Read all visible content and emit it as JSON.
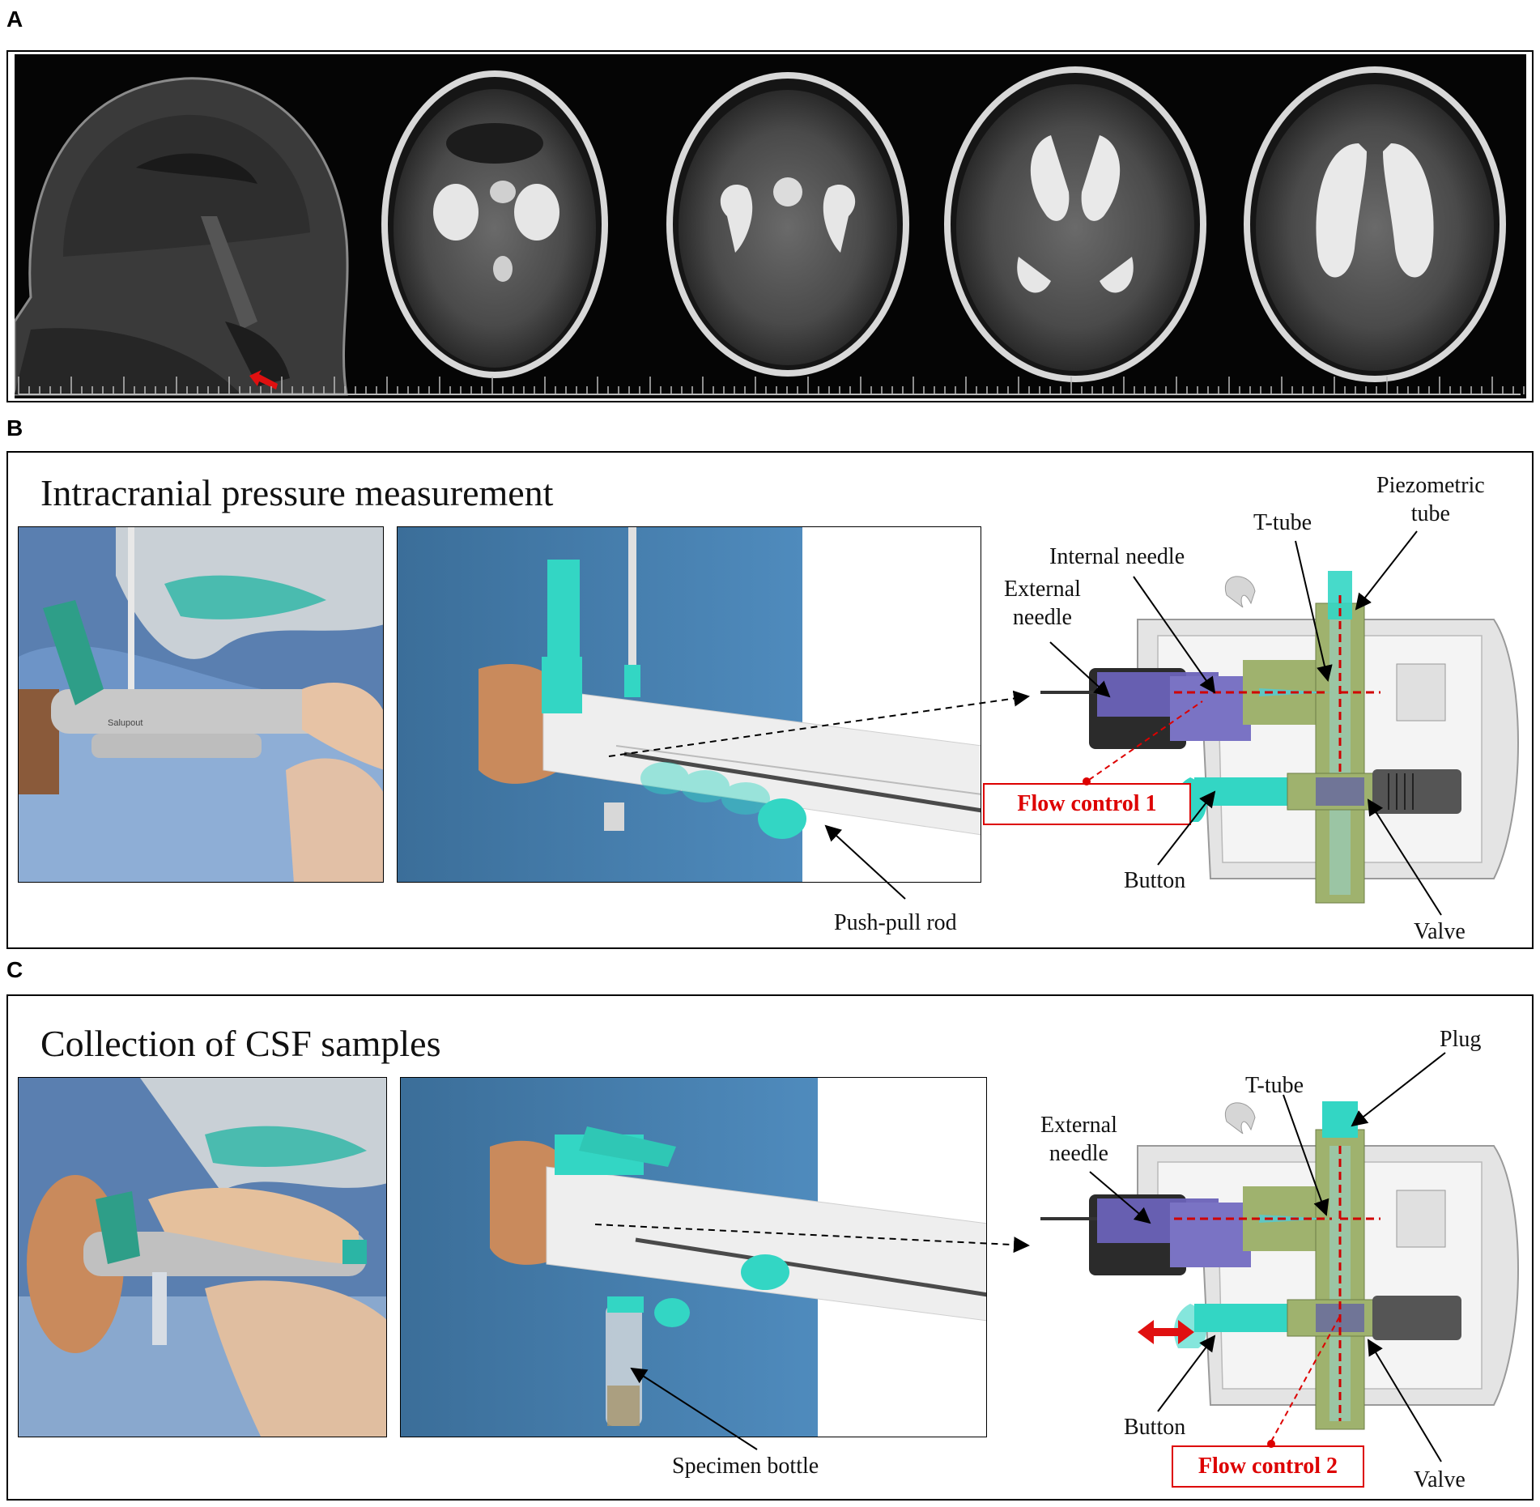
{
  "panels": {
    "a": {
      "letter": "A"
    },
    "b": {
      "letter": "B",
      "title": "Intracranial pressure measurement",
      "labels": {
        "piezometric_tube": "Piezometric\ntube",
        "t_tube": "T-tube",
        "internal_needle": "Internal needle",
        "external_needle": "External\nneedle",
        "flow_control": "Flow control 1",
        "button": "Button",
        "valve": "Valve",
        "push_pull_rod": "Push-pull rod"
      }
    },
    "c": {
      "letter": "C",
      "title": "Collection of CSF samples",
      "labels": {
        "plug": "Plug",
        "t_tube": "T-tube",
        "external_needle": "External\nneedle",
        "button": "Button",
        "flow_control": "Flow control 2",
        "valve": "Valve",
        "specimen_bottle": "Specimen bottle"
      }
    }
  },
  "colors": {
    "flow_red": "#d00000",
    "device_teal": "#33d6c4",
    "needle_purple": "#6a62b8",
    "tube_olive": "#9fb26e",
    "mri_bg": "#050505",
    "render_blue": "#3f78a6"
  },
  "device_brand": "Salupout"
}
